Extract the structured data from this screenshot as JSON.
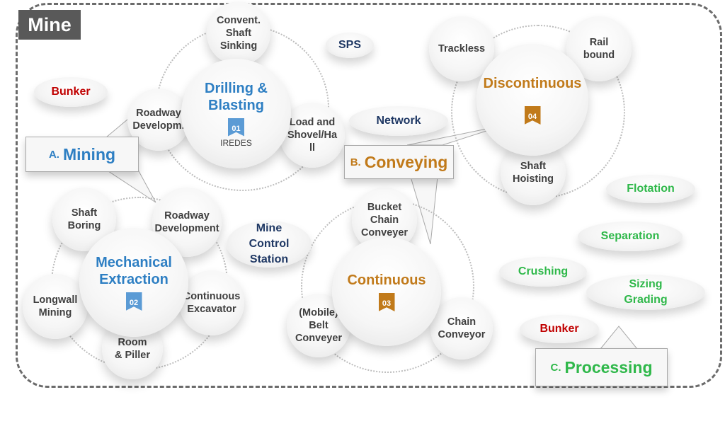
{
  "mine_label": "Mine",
  "colors": {
    "blue": "#2e7fc3",
    "orange": "#c17a1a",
    "green": "#2fb84a",
    "red": "#c00000",
    "navy": "#1f3864",
    "grey_text": "#404040"
  },
  "clusters": {
    "drilling": {
      "title": "Drilling &\nBlasting",
      "badge": "01",
      "sub": "IREDES",
      "satellites": [
        "Convent.\nShaft\nSinking",
        "Roadway\nDevelopm.",
        "Load and\nShovel/Ha\nll"
      ]
    },
    "mechanical": {
      "title": "Mechanical\nExtraction",
      "badge": "02",
      "satellites": [
        "Shaft\nBoring",
        "Roadway\nDevelopment",
        "Longwall\nMining",
        "Continuous\nExcavator",
        "Room\n& Piller"
      ]
    },
    "continuous": {
      "title": "Continuous",
      "badge": "03",
      "satellites": [
        "Bucket\nChain\nConveyer",
        "(Mobile)\nBelt\nConveyer",
        "Chain\nConveyor"
      ]
    },
    "discontinuous": {
      "title": "Discontinuous",
      "badge": "04",
      "satellites": [
        "Trackless",
        "Rail\nbound",
        "Shaft\nHoisting"
      ]
    }
  },
  "ovals": {
    "bunker_left": "Bunker",
    "sps": "SPS",
    "network": "Network",
    "mine_control": "Mine\nControl\nStation",
    "flotation": "Flotation",
    "separation": "Separation",
    "crushing": "Crushing",
    "sizing": "Sizing\nGrading",
    "bunker_right": "Bunker"
  },
  "callouts": {
    "mining": {
      "prefix": "A.",
      "label": "Mining"
    },
    "conveying": {
      "prefix": "B.",
      "label": "Conveying"
    },
    "processing": {
      "prefix": "C.",
      "label": "Processing"
    }
  }
}
